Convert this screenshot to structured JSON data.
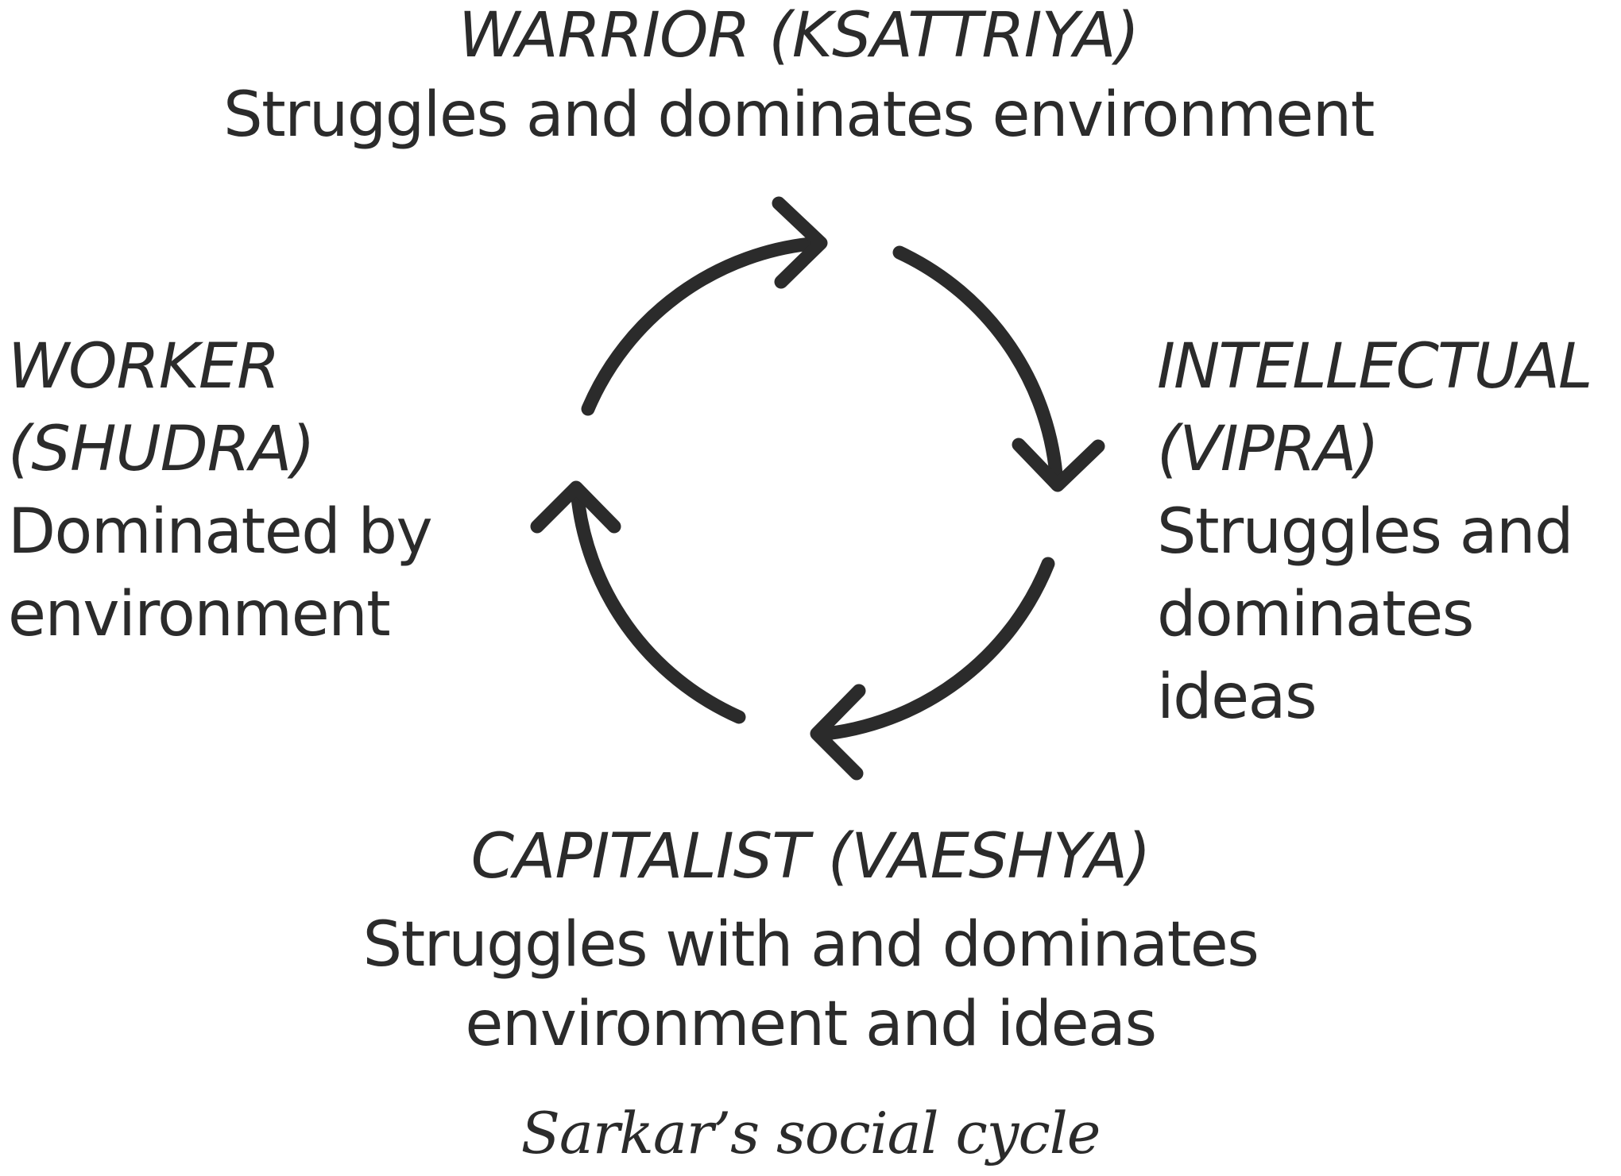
{
  "stages": {
    "warrior": {
      "name": "WARRIOR (KSATTRIYA)",
      "description": "Struggles and dominates environment"
    },
    "intellectual": {
      "name": "INTELLECTUAL\n(VIPRA)",
      "description": "Struggles and\ndominates\nideas"
    },
    "capitalist": {
      "name": "CAPITALIST (VAESHYA)",
      "description": "Struggles with and dominates\nenvironment and ideas"
    },
    "worker": {
      "name": "WORKER\n(SHUDRA)",
      "description": "Dominated by\nenvironment"
    }
  },
  "caption": "Sarkar’s social cycle",
  "colors": {
    "ink": "#2b2b2b",
    "background": "#ffffff"
  },
  "flow": "clockwise"
}
